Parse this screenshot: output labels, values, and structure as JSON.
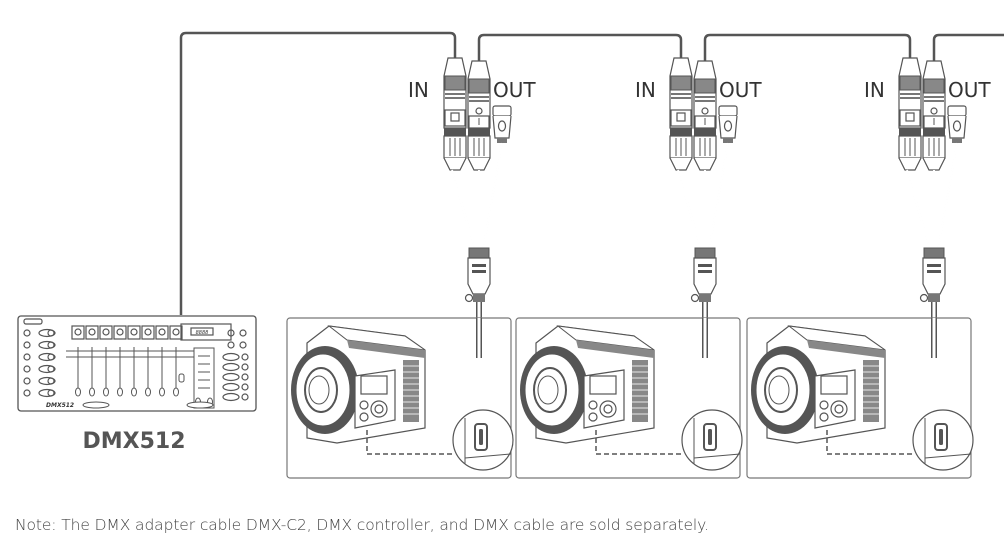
{
  "diagram": {
    "controller": {
      "label": "DMX512",
      "panel_text": "DMX512",
      "display_text": "8888"
    },
    "nodes": [
      {
        "in_label": "IN",
        "out_label": "OUT"
      },
      {
        "in_label": "IN",
        "out_label": "OUT"
      },
      {
        "in_label": "IN",
        "out_label": "OUT"
      }
    ],
    "device_count": 3,
    "colors": {
      "line": "#555555",
      "text": "#333333",
      "panel_border": "#777777"
    }
  },
  "note": "Note: The DMX adapter cable DMX-C2, DMX controller, and DMX cable are sold separately."
}
